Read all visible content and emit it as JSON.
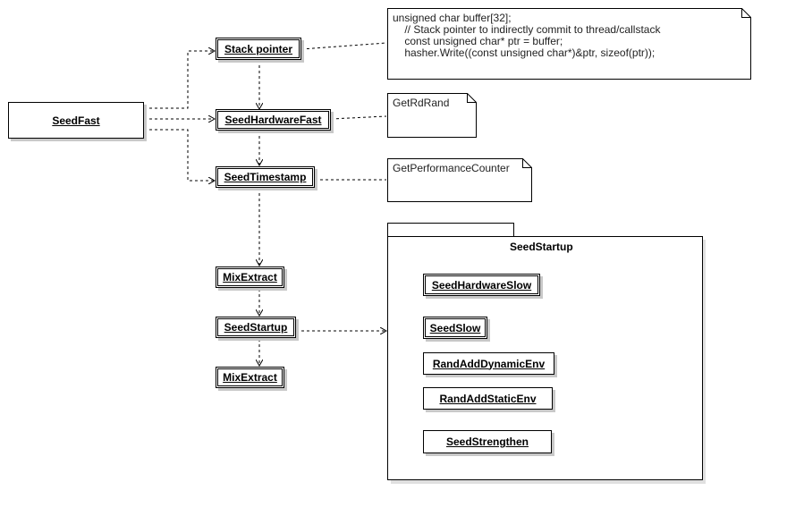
{
  "nodes": {
    "seedfast": "SeedFast",
    "stack_pointer": "Stack pointer",
    "seed_hardware_fast": "SeedHardwareFast",
    "seed_timestamp": "SeedTimestamp",
    "mix_extract_1": "MixExtract",
    "seed_startup": "SeedStartup",
    "mix_extract_2": "MixExtract"
  },
  "notes": {
    "stack_code": "unsigned char buffer[32];\n    // Stack pointer to indirectly commit to thread/callstack\n    const unsigned char* ptr = buffer;\n    hasher.Write((const unsigned char*)&ptr, sizeof(ptr));",
    "rdrand": "GetRdRand",
    "perf_counter": "GetPerformanceCounter"
  },
  "package": {
    "title": "SeedStartup",
    "items": [
      "SeedHardwareSlow",
      "SeedSlow",
      "RandAddDynamicEnv",
      "RandAddStaticEnv",
      "SeedStrengthen"
    ]
  }
}
